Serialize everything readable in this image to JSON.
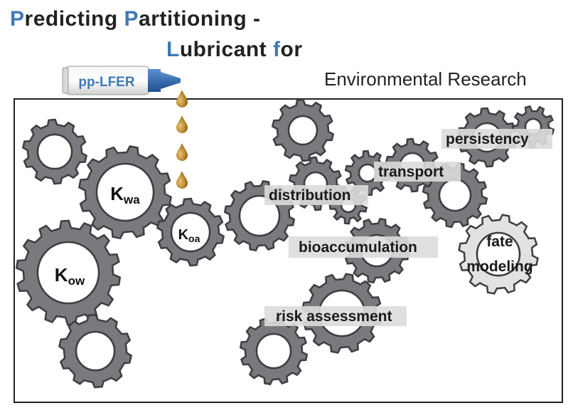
{
  "title": {
    "line1": [
      {
        "text": "P",
        "accent": true
      },
      {
        "text": "redicting ",
        "accent": false
      },
      {
        "text": "P",
        "accent": true
      },
      {
        "text": "artitioning -",
        "accent": false
      }
    ],
    "line2": [
      {
        "text": "L",
        "accent": true
      },
      {
        "text": "ubricant ",
        "accent": false
      },
      {
        "text": "f",
        "accent": true
      },
      {
        "text": "or",
        "accent": false
      }
    ],
    "subtitle": "Environmental Research"
  },
  "tube": {
    "label": "pp-LFER"
  },
  "gears": {
    "kwa": {
      "main": "K",
      "sub": "wa"
    },
    "kow": {
      "main": "K",
      "sub": "ow"
    },
    "koa": {
      "main": "K",
      "sub": "oa"
    }
  },
  "labels": {
    "distribution": "distribution",
    "transport": "transport",
    "persistency": "persistency",
    "bioaccumulation": "bioaccumulation",
    "fate1": "fate",
    "fate2": "modeling",
    "risk": "risk assessment"
  },
  "colors": {
    "accent": "#3f79b5",
    "gear_fill": "#7a7a7e",
    "gear_stroke": "#3e3e42",
    "gear_light": "#dcdcdc",
    "drop": "#b8862f",
    "frame": "#222222"
  }
}
